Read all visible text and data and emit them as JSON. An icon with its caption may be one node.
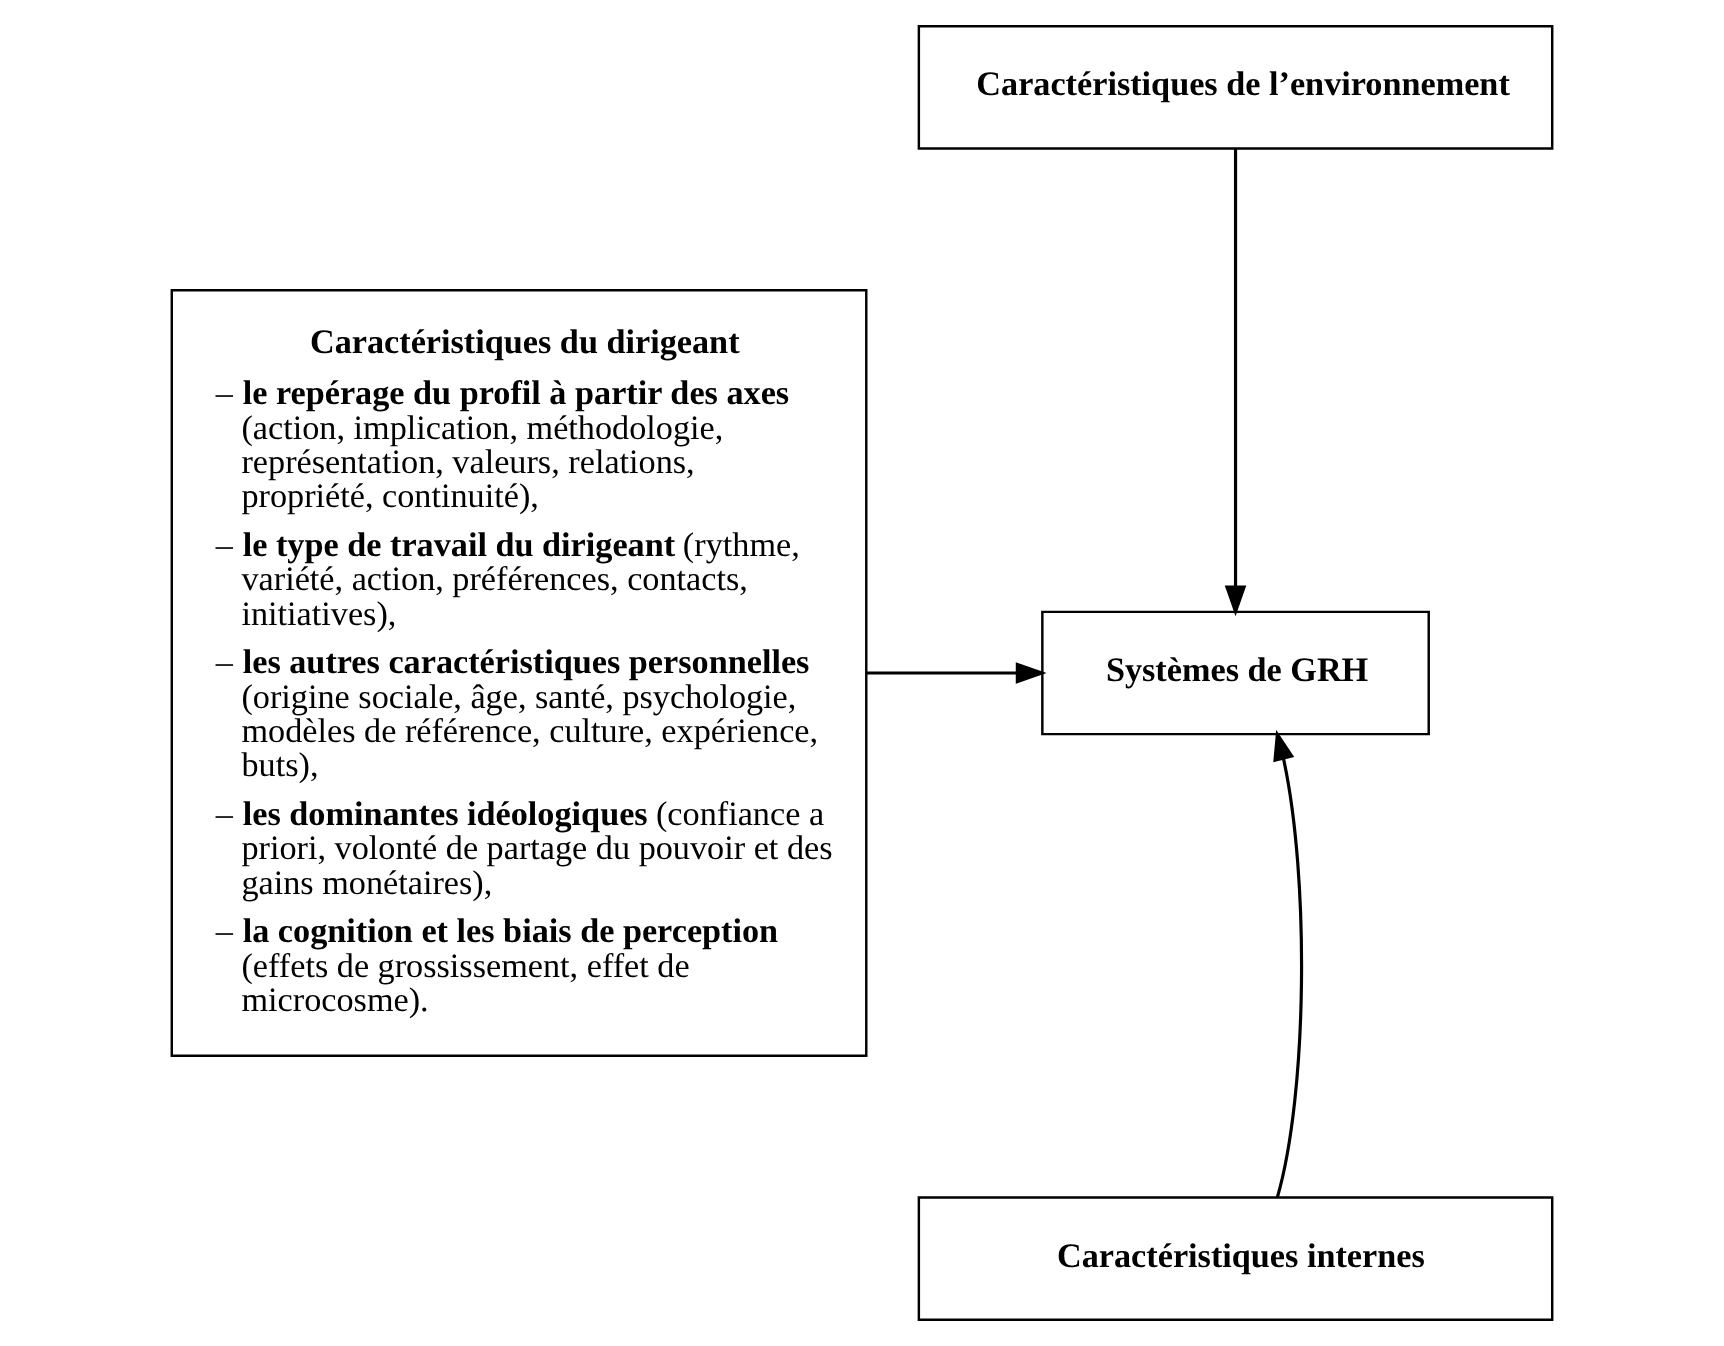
{
  "diagram": {
    "nodes": [
      {
        "text": [
          "Caractéristiques de l’environnement"
        ]
      },
      {
        "text": [
          "Caractéristiques du dirigeant",
          "– **le repérage du profil à partir des axes** (action, implication, méthodologie, représentation, valeurs, relations, propriété, continuité),",
          "– **le type de travail du dirigeant** (rythme, variété, action, préférences, contacts, initiatives),",
          "– **les autres caractéristiques personnelles** (origine sociale, âge, santé, psychologie, modèles de référence, culture, expérience, buts),",
          "– **les dominantes idéologiques** (confiance a priori, volonté de partage du pouvoir et des gains monétaires),",
          "– **la cognition et les biais de perception** (effets de grossissement, effet de microcosme)."
        ]
      },
      {
        "text": [
          "Systèmes de GRH"
        ]
      },
      {
        "text": [
          "Caractéristiques internes"
        ]
      }
    ],
    "edges": [
      {
        "from": 0,
        "to": 2,
        "arrow": "to"
      },
      {
        "from": 1,
        "to": 2,
        "arrow": "to"
      },
      {
        "from": 3,
        "to": 2,
        "arrow": "to"
      }
    ]
  }
}
